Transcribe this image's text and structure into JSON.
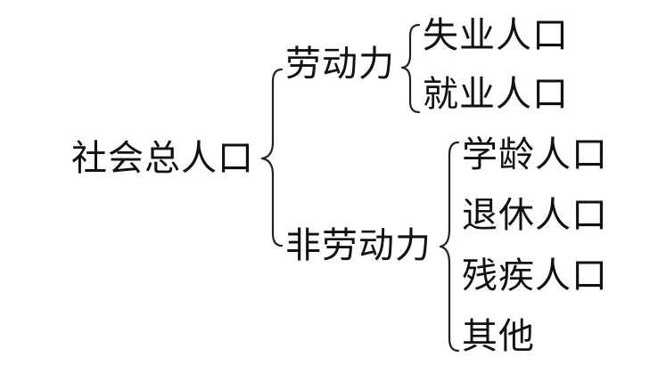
{
  "diagram": {
    "root": "社会总人口",
    "branch_labour": "劳动力",
    "branch_non_labour": "非劳动力",
    "labour_children": [
      "失业人口",
      "就业人口"
    ],
    "non_labour_children": [
      "学龄人口",
      "退休人口",
      "残疾人口",
      "其他"
    ]
  }
}
